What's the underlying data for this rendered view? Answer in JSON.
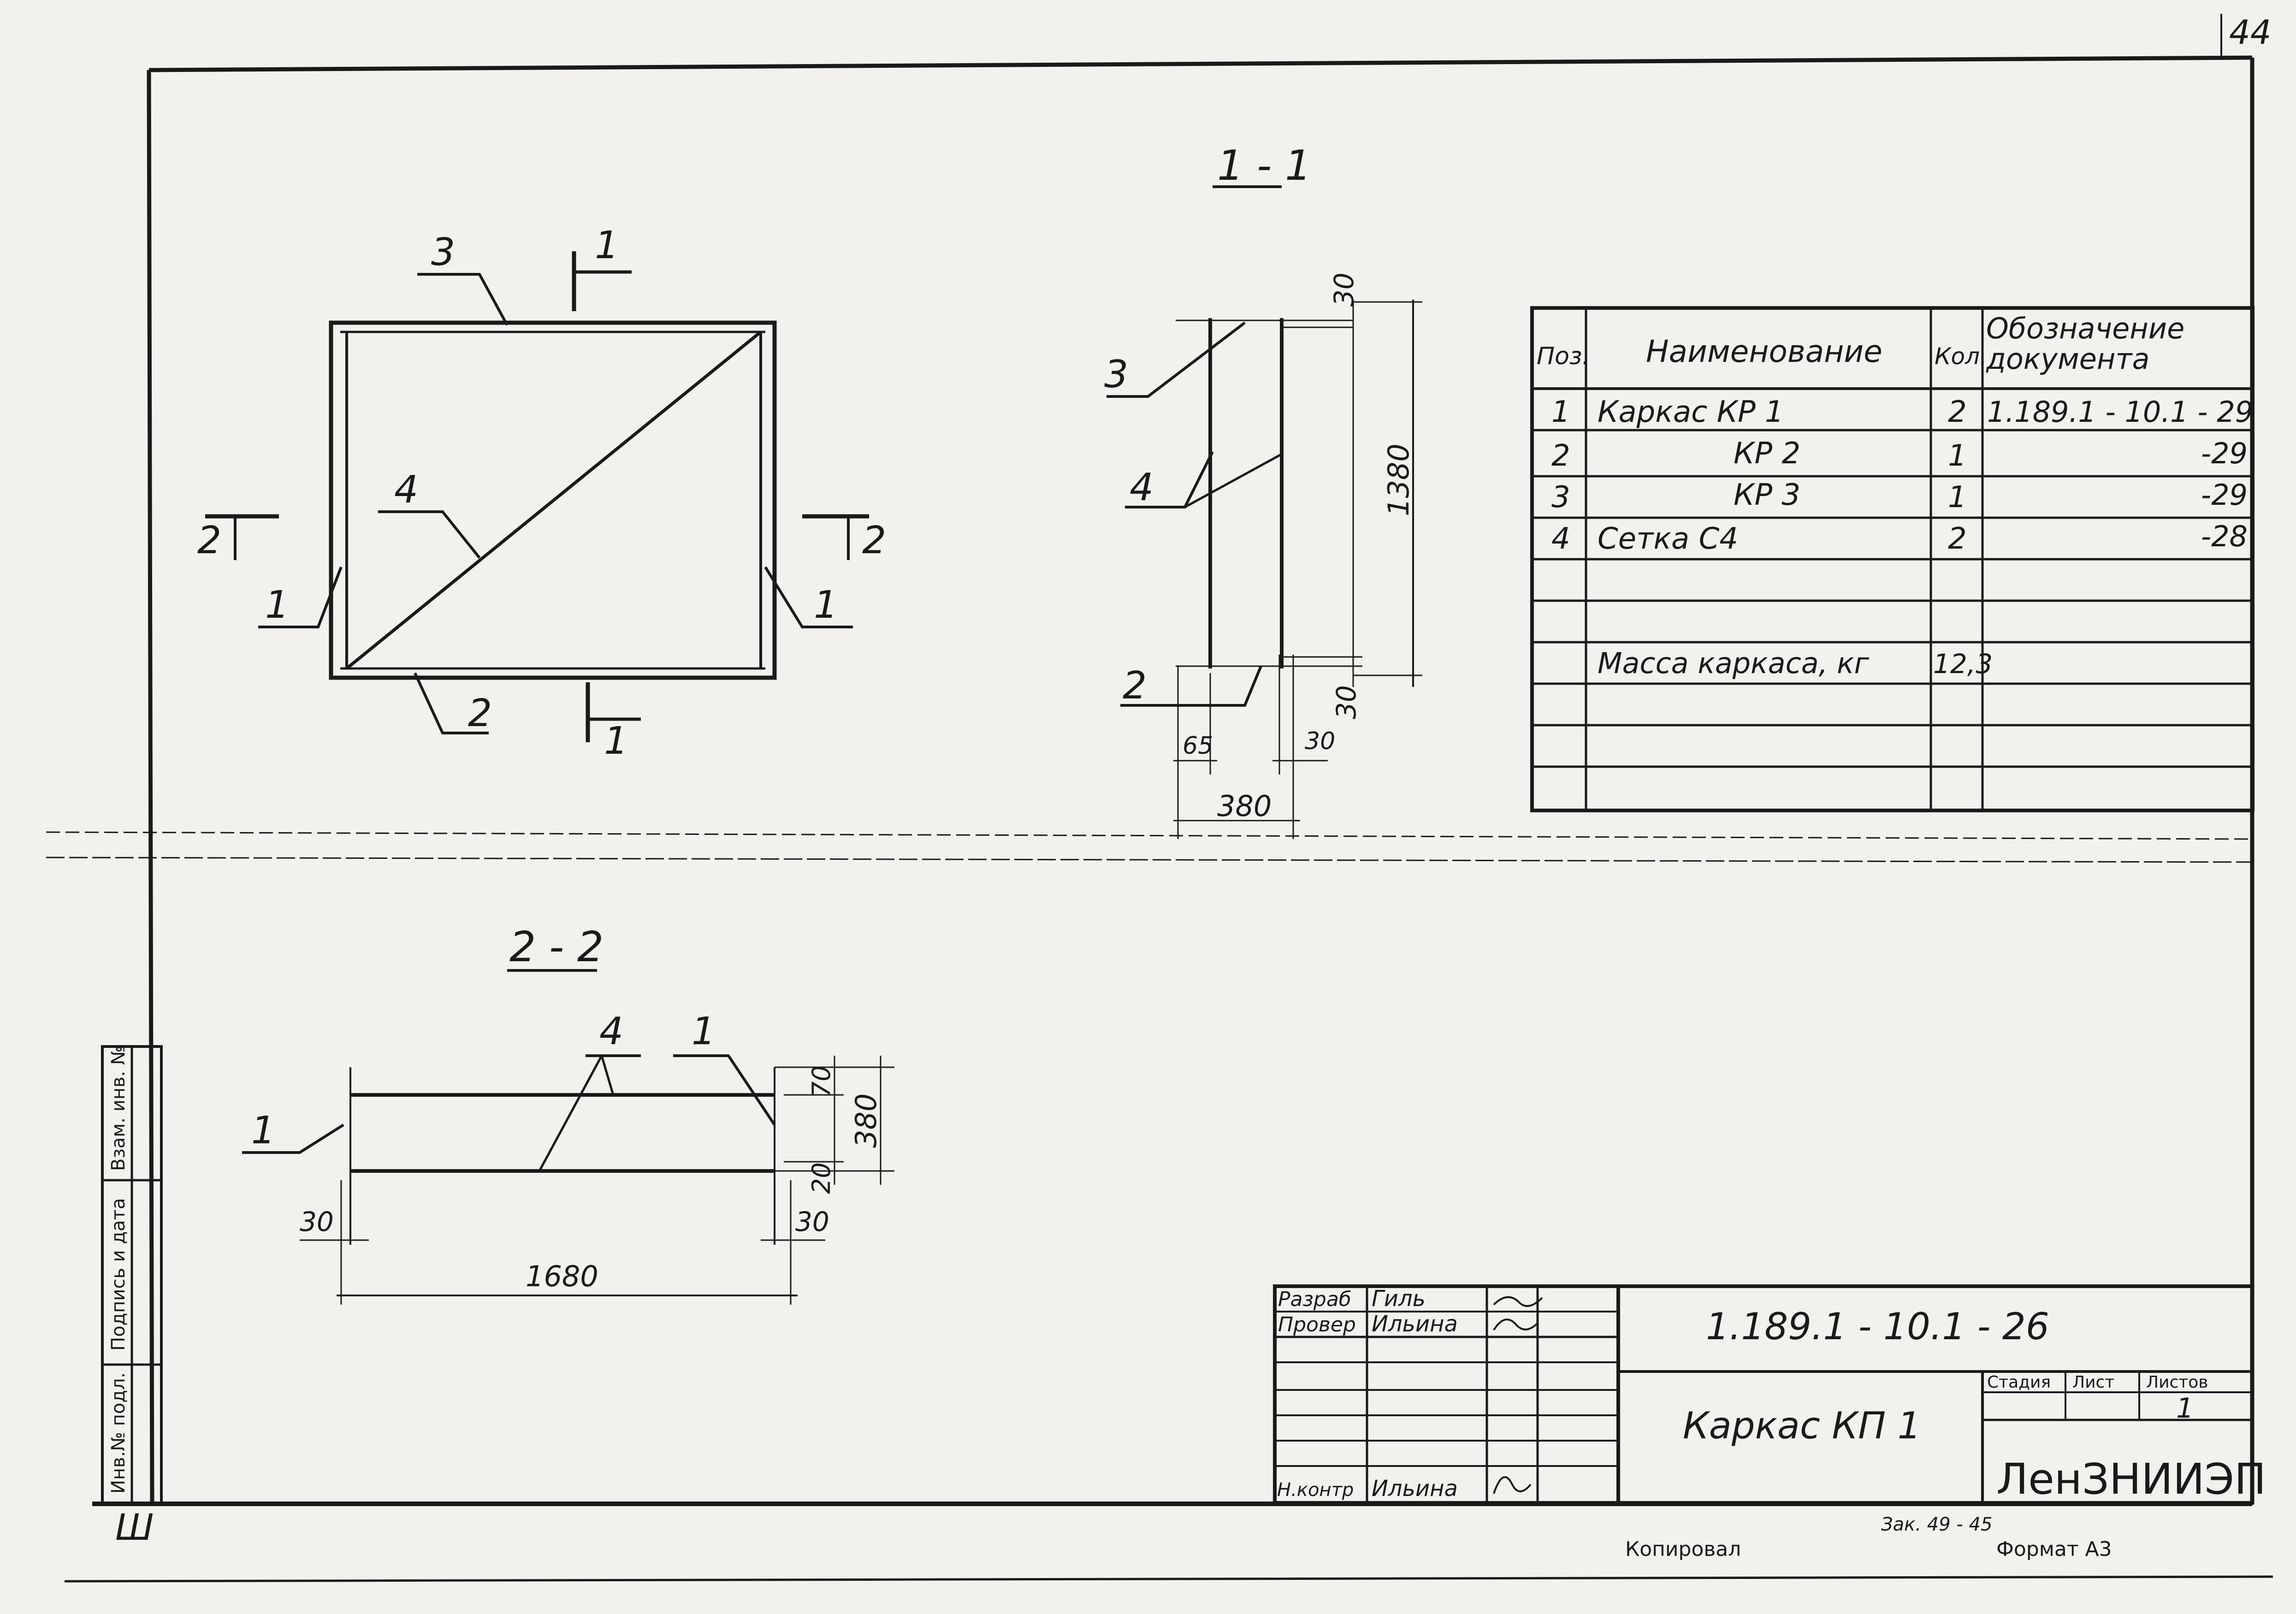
{
  "sheet": {
    "page_number": "44",
    "bottom_left_mark": "Ш",
    "side_stamp": [
      "Инв.№ подл.",
      "Подпись и дата",
      "Взам. инв. №"
    ]
  },
  "views": {
    "plan": {
      "callouts": [
        "1",
        "2",
        "3",
        "4"
      ],
      "section_marks": [
        "1",
        "1",
        "2",
        "2"
      ]
    },
    "section_1_1": {
      "title": "1 - 1",
      "callouts": [
        "2",
        "3",
        "4"
      ],
      "dims": [
        "30",
        "1380",
        "30",
        "65",
        "30",
        "380"
      ]
    },
    "section_2_2": {
      "title": "2 - 2",
      "callouts": [
        "1",
        "1",
        "4"
      ],
      "dims": [
        "70",
        "380",
        "20",
        "30",
        "30",
        "1680"
      ]
    }
  },
  "spec_table": {
    "headers": [
      "Поз.",
      "Наименование",
      "Кол.",
      "Обозначение документа"
    ],
    "rows": [
      {
        "pos": "1",
        "name": "Каркас  КР 1",
        "qty": "2",
        "doc": "1.189.1 - 10.1 - 29"
      },
      {
        "pos": "2",
        "name": "КР 2",
        "qty": "1",
        "doc": "-29"
      },
      {
        "pos": "3",
        "name": "КР 3",
        "qty": "1",
        "doc": "-29"
      },
      {
        "pos": "4",
        "name": "Сетка  С4",
        "qty": "2",
        "doc": "-28"
      },
      {
        "pos": "",
        "name": "",
        "qty": "",
        "doc": ""
      },
      {
        "pos": "",
        "name": "Масса каркаса, кг",
        "qty": "12,3",
        "doc": ""
      },
      {
        "pos": "",
        "name": "",
        "qty": "",
        "doc": ""
      },
      {
        "pos": "",
        "name": "",
        "qty": "",
        "doc": ""
      },
      {
        "pos": "",
        "name": "",
        "qty": "",
        "doc": ""
      }
    ]
  },
  "title_block": {
    "roles": [
      {
        "role": "Разраб",
        "name": "Гиль"
      },
      {
        "role": "Провер",
        "name": "Ильина"
      },
      {
        "role": "Н.контр",
        "name": "Ильина"
      }
    ],
    "designation": "1.189.1 - 10.1 - 26",
    "item_name": "Каркас КП 1",
    "stage_header": [
      "Стадия",
      "Лист",
      "Листов"
    ],
    "sheets_count": "1",
    "organization": "ЛенЗНИИЭП"
  },
  "footer": {
    "copied": "Копировал",
    "format": "Формат А3",
    "order": "Зак. 49 - 45"
  }
}
